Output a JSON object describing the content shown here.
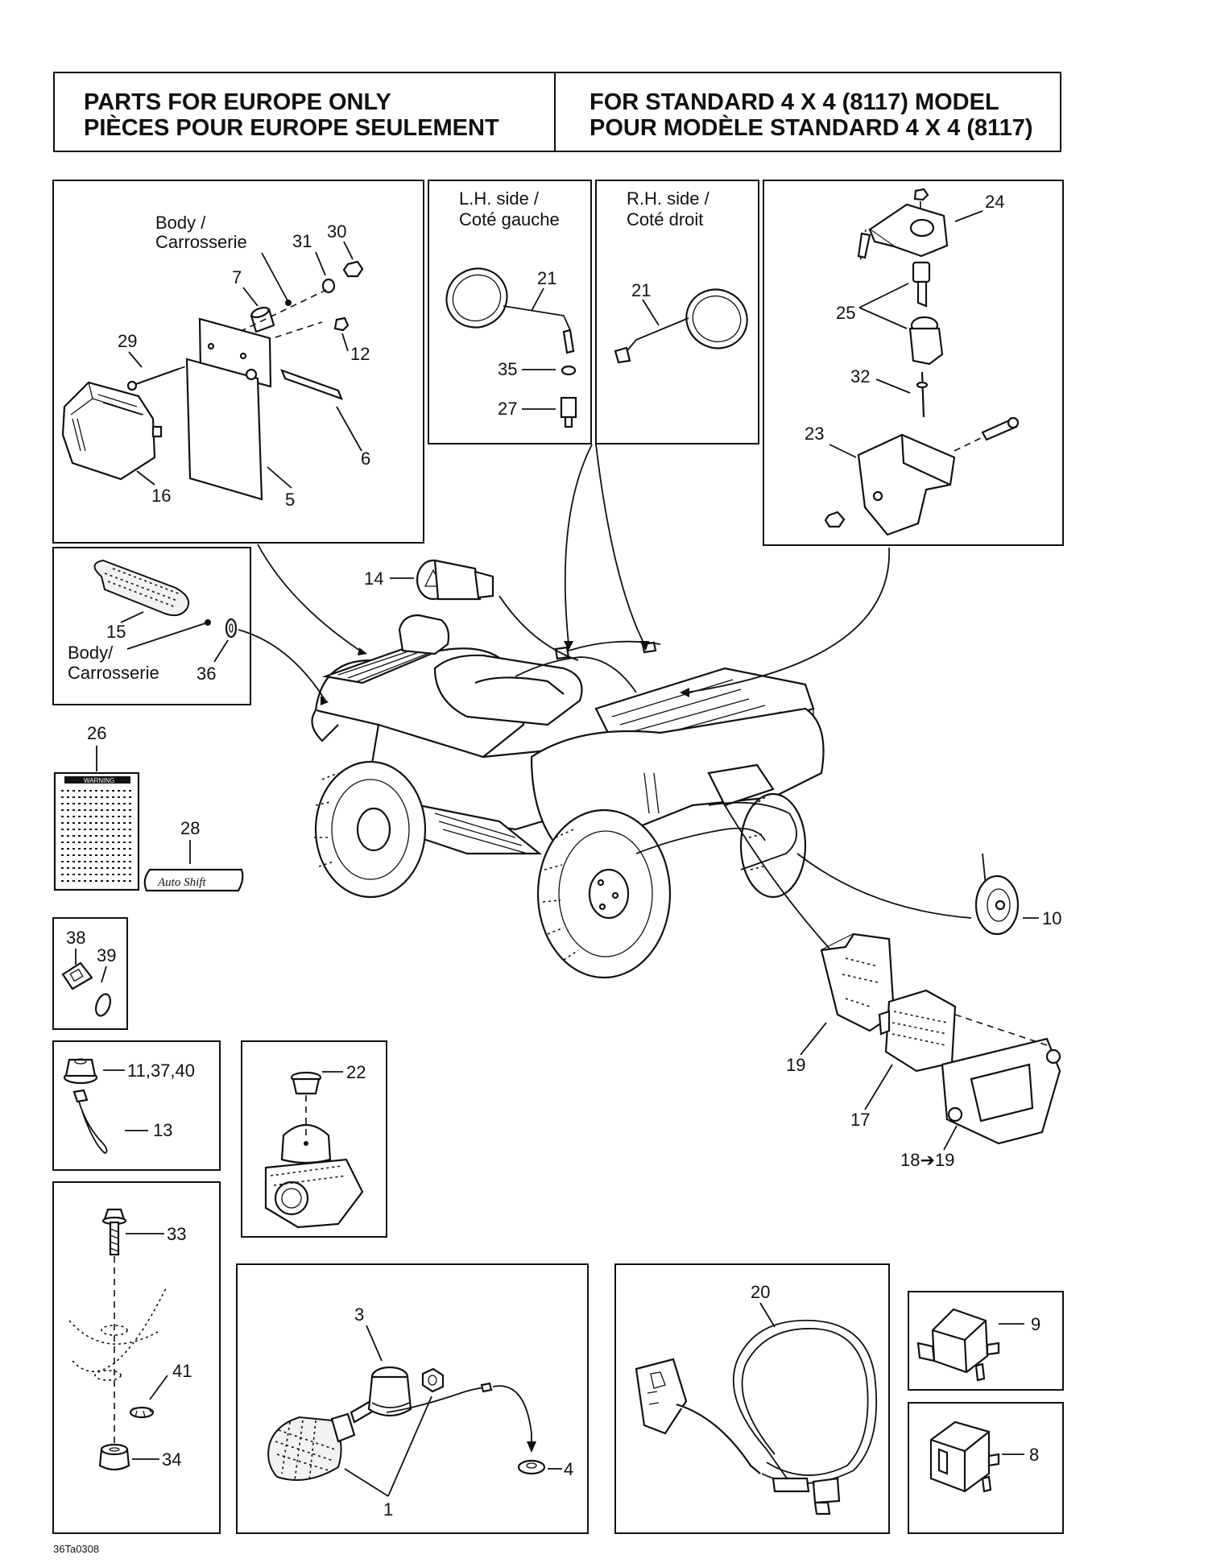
{
  "header": {
    "left_line1": "PARTS FOR EUROPE ONLY",
    "left_line2": "PIÈCES POUR EUROPE SEULEMENT",
    "right_line1": "FOR STANDARD 4 X 4 (8117) MODEL",
    "right_line2": "POUR MODÈLE STANDARD 4 X 4 (8117)"
  },
  "captions": {
    "body_top_1": "Body /",
    "body_top_2": "Carrosserie",
    "lh_side_1": "L.H. side /",
    "lh_side_2": "Coté gauche",
    "rh_side_1": "R.H. side /",
    "rh_side_2": "Coté droit",
    "body_left_1": "Body/",
    "body_left_2": "Carrosserie"
  },
  "callouts": {
    "p1": "1",
    "p3": "3",
    "p4": "4",
    "p5": "5",
    "p6": "6",
    "p7": "7",
    "p8": "8",
    "p9": "9",
    "p10": "10",
    "p11_37_40": "11,37,40",
    "p12": "12",
    "p13": "13",
    "p14": "14",
    "p15": "15",
    "p16": "16",
    "p17": "17",
    "p18_19": "18➔19",
    "p19": "19",
    "p20": "20",
    "p21a": "21",
    "p21b": "21",
    "p22": "22",
    "p23": "23",
    "p24": "24",
    "p25": "25",
    "p26": "26",
    "p27": "27",
    "p28": "28",
    "p29": "29",
    "p30": "30",
    "p31": "31",
    "p32": "32",
    "p33": "33",
    "p34": "34",
    "p35": "35",
    "p36": "36",
    "p38": "38",
    "p39": "39",
    "p41": "41"
  },
  "labels": {
    "warning_title": "WARNING",
    "decal_logo": "Auto Shift"
  },
  "figure_code": "36Ta0308"
}
